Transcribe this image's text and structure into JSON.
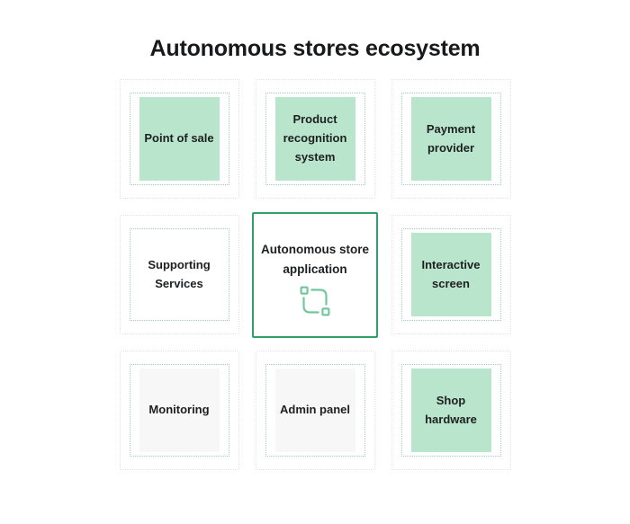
{
  "title": "Autonomous stores ecosystem",
  "colors": {
    "mint": "#b9e5cc",
    "panel-gray": "#f7f7f7",
    "outer-dotted": "#e2e6e3",
    "inner-dotted": "#a4cbba",
    "center-border": "#2fa066",
    "icon-green": "#72c79e",
    "text": "#1e1f21"
  },
  "cells": [
    {
      "label": "Point of sale",
      "variant": "mint"
    },
    {
      "label": "Product recognition system",
      "variant": "mint"
    },
    {
      "label": "Payment provider",
      "variant": "mint"
    },
    {
      "label": "Supporting Services",
      "variant": "plain"
    },
    {
      "label": "Autonomous store application",
      "variant": "center",
      "icon": "vector-path-icon"
    },
    {
      "label": "Interactive screen",
      "variant": "mint"
    },
    {
      "label": "Monitoring",
      "variant": "gray"
    },
    {
      "label": "Admin panel",
      "variant": "gray"
    },
    {
      "label": "Shop hardware",
      "variant": "mint"
    }
  ]
}
